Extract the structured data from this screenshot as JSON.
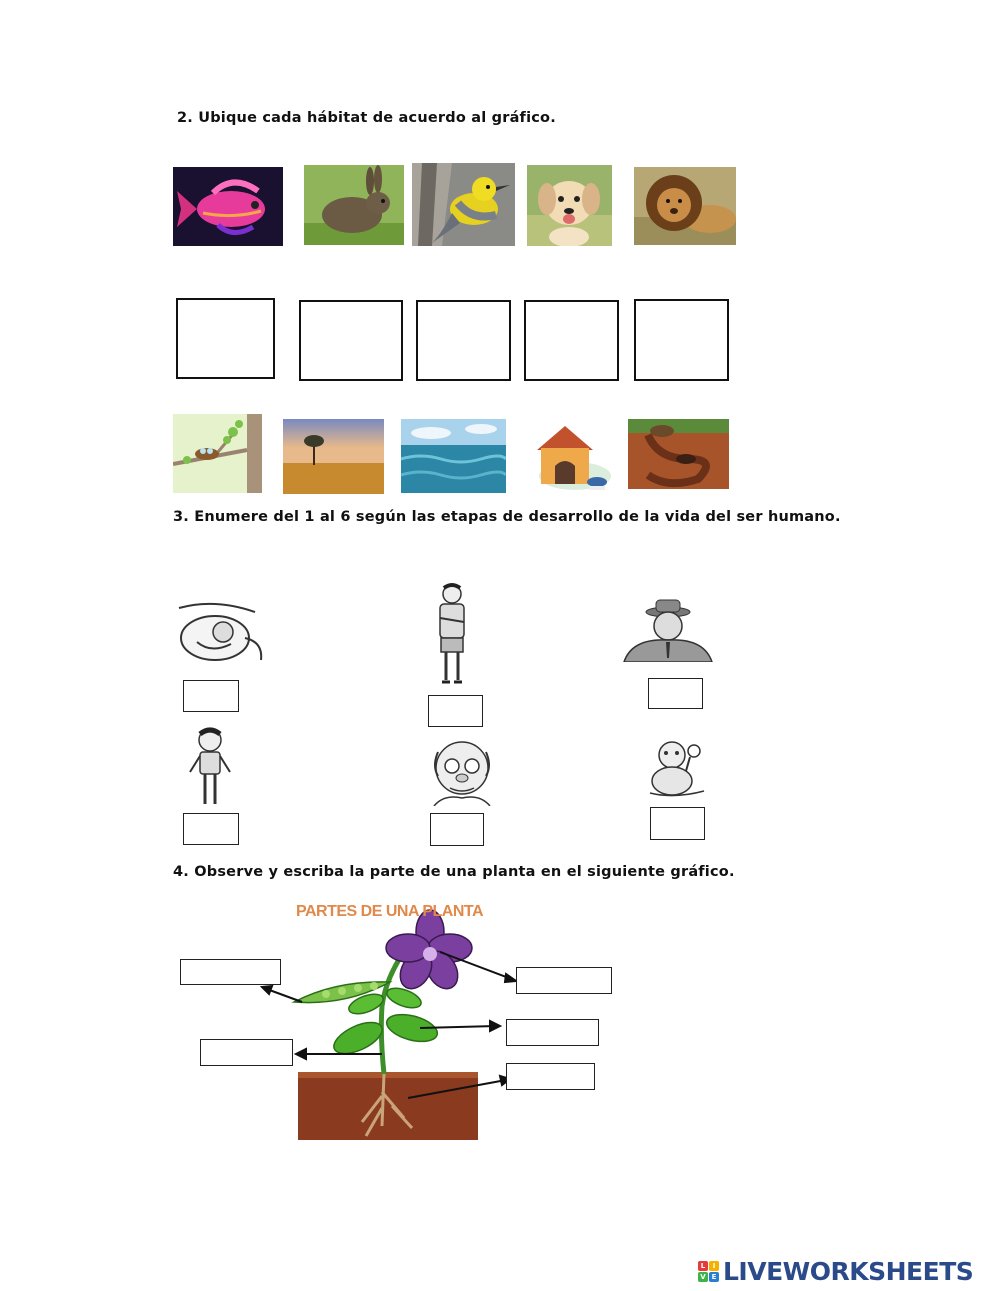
{
  "q2": {
    "title": "2.  Ubique cada hábitat de acuerdo al gráfico."
  },
  "q3": {
    "title": "3. Enumere del 1 al 6 según las etapas de desarrollo de la vida del ser humano."
  },
  "q4": {
    "title": "4. Observe y escriba la parte de una planta en el siguiente gráfico.",
    "diagram_title": "PARTES DE UNA PLANTA"
  },
  "animals": [
    "fish-icon",
    "rabbit-icon",
    "bird-icon",
    "dog-icon",
    "lion-icon"
  ],
  "habitats": [
    "nest-tree-icon",
    "savanna-icon",
    "ocean-icon",
    "doghouse-icon",
    "burrow-icon"
  ],
  "footer": {
    "brand": "LIVEWORKSHEETS",
    "badge_letters": [
      "L",
      "I",
      "V",
      "E"
    ]
  },
  "colors": {
    "brand_blue": "#2a4a8a",
    "diagram_title": "#e0894a",
    "flower": "#7b3fa0",
    "leaf": "#4caf2a",
    "soil": "#8a3a1e"
  }
}
